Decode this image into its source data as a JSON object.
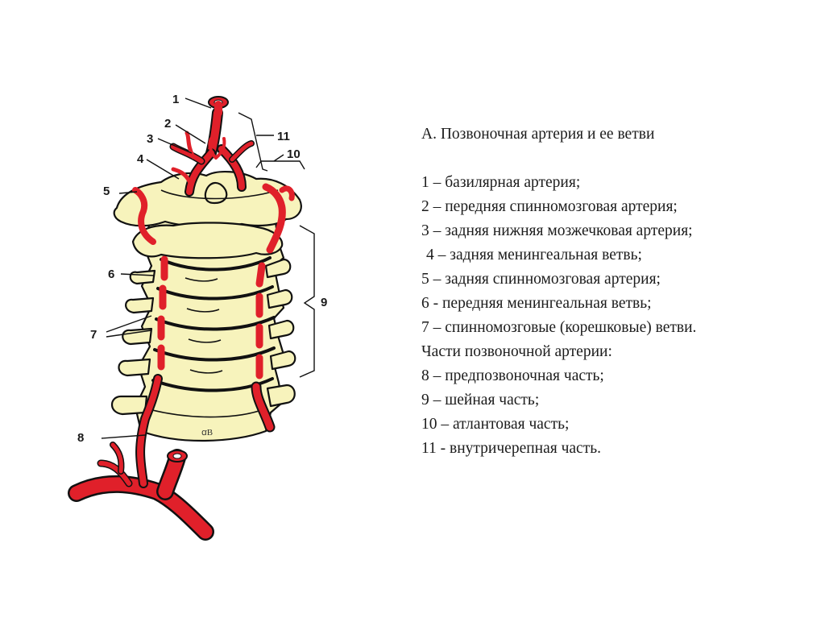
{
  "figure": {
    "callouts": [
      "1",
      "2",
      "3",
      "4",
      "5",
      "6",
      "7",
      "8",
      "9",
      "10",
      "11"
    ]
  },
  "caption": {
    "title": "А. Позвоночная артерия и ее ветви",
    "items": [
      "1 – базилярная артерия;",
      "2 – передняя спинномозговая артерия;",
      "3 – задняя нижняя мозжечковая артерия;",
      "4 – задняя менингеальная ветвь;",
      "5 – задняя спинномозговая артерия;",
      "6 - передняя менингеальная ветвь;",
      "7 – спинномозговые (корешковые) ветви."
    ],
    "parts_heading": "Части позвоночной артерии:",
    "parts": [
      "8 – предпозвоночная часть;",
      "9 – шейная часть;",
      "10 – атлантовая часть;",
      "11 - внутричерепная часть."
    ]
  },
  "colors": {
    "bone": "#f7f3bc",
    "artery": "#e0202a",
    "outline": "#111111"
  }
}
